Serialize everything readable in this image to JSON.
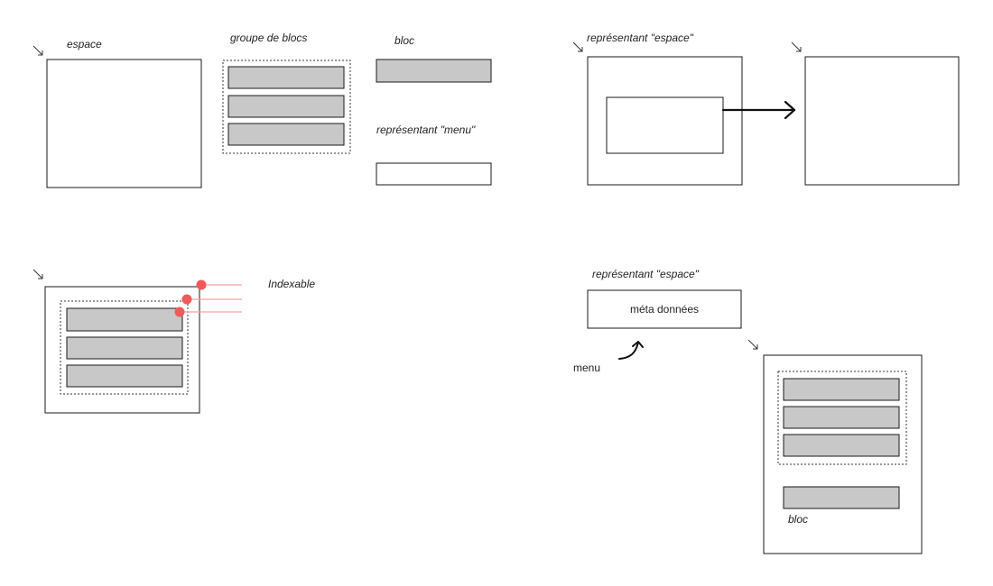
{
  "labels": {
    "espace": "espace",
    "groupe_de_blocs": "groupe de blocs",
    "bloc_top": "bloc",
    "representant_menu": "représentant \"menu\"",
    "representant_espace_top": "représentant \"espace\"",
    "indexable": "Indexable",
    "representant_espace_bottom": "représentant \"espace\"",
    "meta_donnees": "méta données",
    "menu": "menu",
    "bloc_bottom": "bloc"
  },
  "icons": {
    "corner_marker": "south-east-arrow-icon",
    "link_arrow": "right-arrow-icon",
    "curved_arrow": "curved-up-arrow-icon",
    "index_marker": "red-dot-icon"
  },
  "colors": {
    "stroke": "#1a1a1a",
    "block_fill": "#c8c8c8",
    "index_red": "#f05a5a",
    "index_line": "#f4a3a3"
  }
}
